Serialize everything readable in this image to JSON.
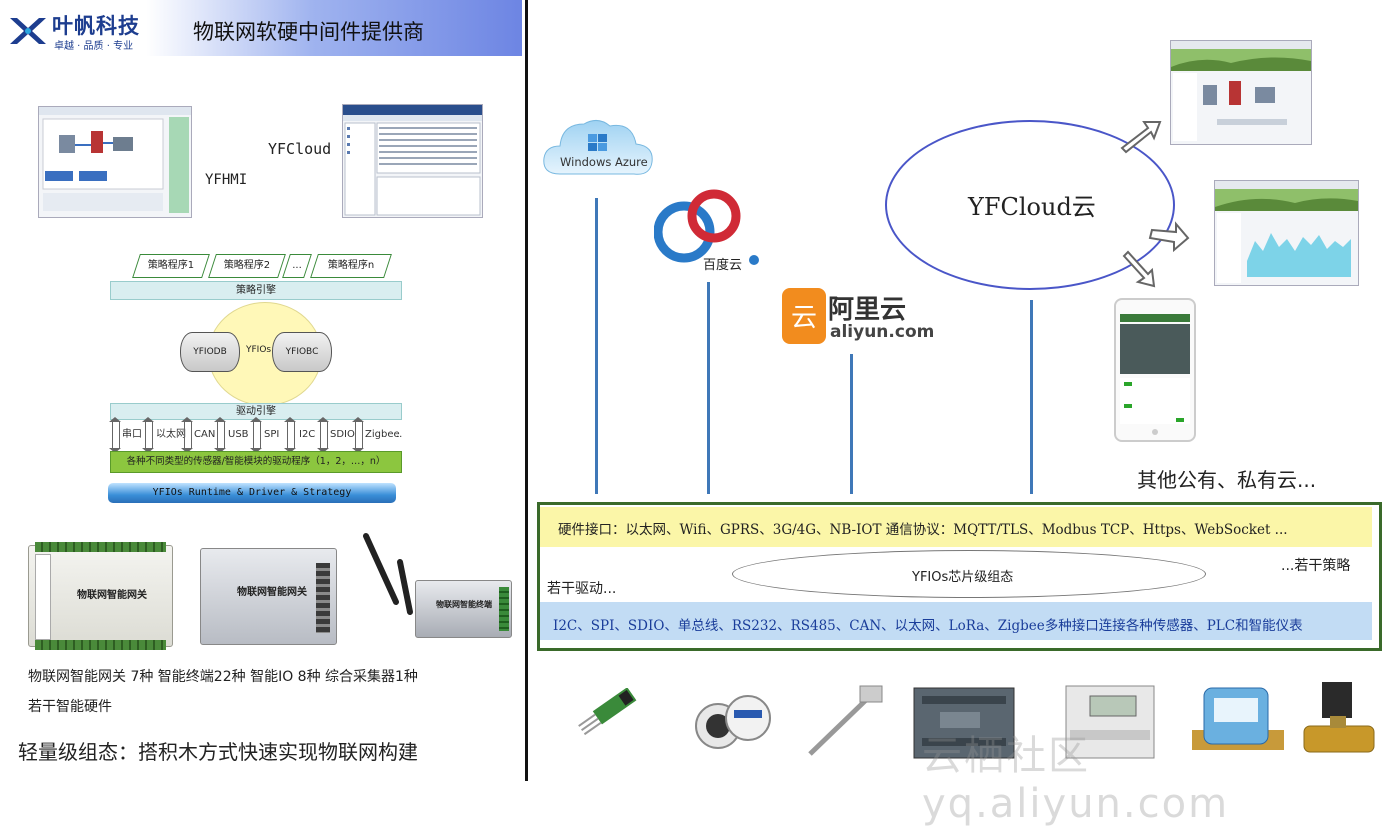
{
  "header": {
    "logo_name": "叶帆科技",
    "logo_slogan": "卓越 · 品质 · 专业",
    "title": "物联网软硬中间件提供商"
  },
  "left": {
    "screenshot_labels": {
      "yfhmi": "YFHMI",
      "yfcloud": "YFCloud"
    },
    "strategies": [
      "策略程序1",
      "策略程序2",
      "...",
      "策略程序n"
    ],
    "strategy_engine": "策略引擎",
    "core": {
      "center": "YFIOs",
      "left_db": "YFIODB",
      "right_bc": "YFIOBC"
    },
    "driver_engine": "驱动引擎",
    "interfaces": [
      "串口",
      "以太网",
      "CAN",
      "USB",
      "SPI",
      "I2C",
      "SDIO",
      "Zigbee",
      ".."
    ],
    "sensor_driver_bar": "各种不同类型的传感器/智能模块的驱动程序（1，2，…，n）",
    "runtime_bar": "YFIOs Runtime & Driver & Strategy",
    "hardware": {
      "device1_label": "物联网智能网关",
      "device2_label": "物联网智能网关",
      "device3_label": "物联网智能终端",
      "line1": "物联网智能网关 7种  智能终端22种  智能IO 8种  综合采集器1种",
      "line2": "若干智能硬件"
    },
    "slogan": "轻量级组态：搭积木方式快速实现物联网构建"
  },
  "right": {
    "clouds": {
      "azure": "Windows Azure",
      "baidu": "百度云",
      "aliyun_cn": "阿里云",
      "aliyun_en": "aliyun.com",
      "yfcloud": "YFCloud云",
      "other": "其他公有、私有云..."
    },
    "middleware": {
      "top_line": "硬件接口：以太网、Wifi、GPRS、3G/4G、NB-IOT    通信协议：MQTT/TLS、Modbus TCP、Https、WebSocket ...",
      "left_note": "若干驱动...",
      "center": "YFIOs芯片级组态",
      "right_note": "...若干策略",
      "bottom_line": "I2C、SPI、SDIO、单总线、RS232、RS485、CAN、以太网、LoRa、Zigbee多种接口连接各种传感器、PLC和智能仪表"
    },
    "watermark": "云栖社区 yq.aliyun.com"
  },
  "colors": {
    "accent_blue": "#3f78b8",
    "ellipse_blue": "#4a56c8",
    "green_bar": "#8cc63f",
    "yellow_band": "#fbf6a8",
    "blue_band": "#c2dcf4"
  }
}
